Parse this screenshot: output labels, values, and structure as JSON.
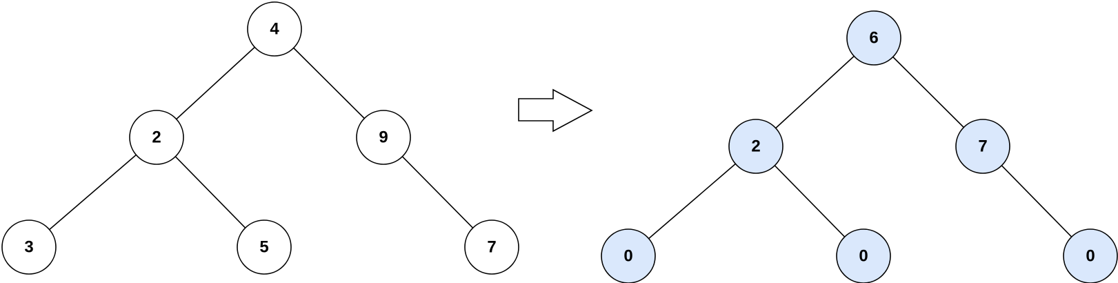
{
  "diagram": {
    "colors": {
      "original_fill": "#ffffff",
      "converted_fill": "#dae8fc",
      "stroke": "#000000",
      "text": "#000000"
    },
    "trees": [
      {
        "id": "original-tree",
        "style": "original",
        "nodes": [
          {
            "id": "a-root",
            "label": "4"
          },
          {
            "id": "a-left",
            "label": "2"
          },
          {
            "id": "a-right",
            "label": "9"
          },
          {
            "id": "a-left-left",
            "label": "3"
          },
          {
            "id": "a-left-right",
            "label": "5"
          },
          {
            "id": "a-right-right",
            "label": "7"
          }
        ],
        "edges": [
          [
            "a-root",
            "a-left"
          ],
          [
            "a-root",
            "a-right"
          ],
          [
            "a-left",
            "a-left-left"
          ],
          [
            "a-left",
            "a-left-right"
          ],
          [
            "a-right",
            "a-right-right"
          ]
        ]
      },
      {
        "id": "tilt-tree",
        "style": "converted",
        "nodes": [
          {
            "id": "b-root",
            "label": "6"
          },
          {
            "id": "b-left",
            "label": "2"
          },
          {
            "id": "b-right",
            "label": "7"
          },
          {
            "id": "b-left-left",
            "label": "0"
          },
          {
            "id": "b-left-right",
            "label": "0"
          },
          {
            "id": "b-right-right",
            "label": "0"
          }
        ],
        "edges": [
          [
            "b-root",
            "b-left"
          ],
          [
            "b-root",
            "b-right"
          ],
          [
            "b-left",
            "b-left-left"
          ],
          [
            "b-left",
            "b-left-right"
          ],
          [
            "b-right",
            "b-right-right"
          ]
        ]
      }
    ]
  }
}
